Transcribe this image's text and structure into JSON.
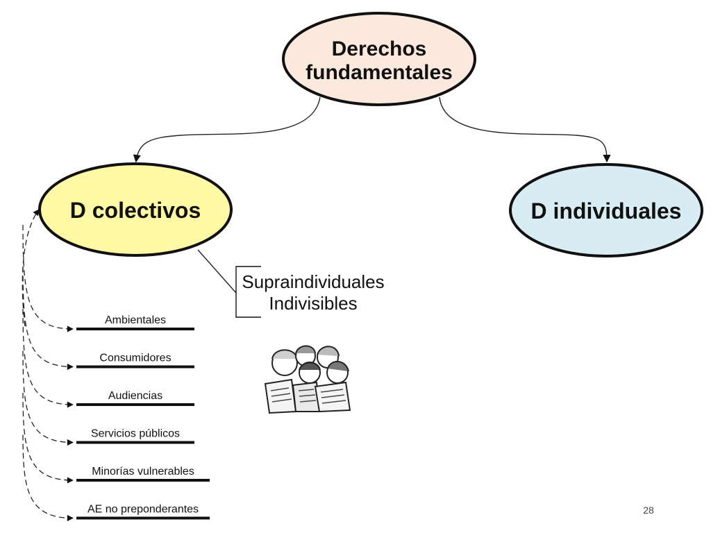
{
  "nodes": {
    "root": {
      "line1": "Derechos",
      "line2": "fundamentales",
      "fill": "#fbe9dd"
    },
    "collective": {
      "label": "D colectivos",
      "fill": "#fff9a6"
    },
    "individual": {
      "label": "D individuales",
      "fill": "#d8ecf3"
    }
  },
  "features": [
    "Supraindividuales",
    "Indivisibles"
  ],
  "categories": [
    "Ambientales",
    "Consumidores",
    "Audiencias",
    "Servicios públicos",
    "Minorías vulnerables",
    "AE no preponderantes"
  ],
  "illustration": {
    "icon": "people-reading-rights-icon"
  },
  "slide_number": "28",
  "colors": {
    "stroke": "#111111",
    "root_fill": "#fbe9dd",
    "collective_fill": "#fff9a6",
    "individual_fill": "#d8ecf3"
  }
}
